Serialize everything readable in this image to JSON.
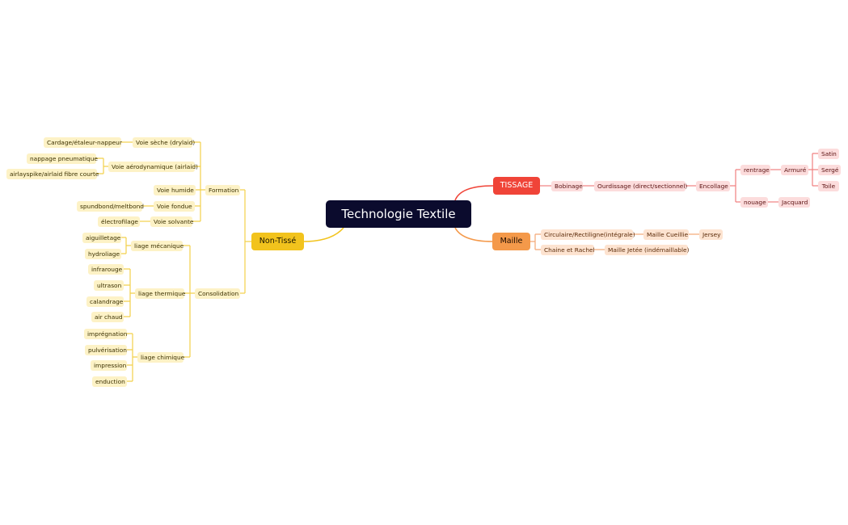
{
  "root": "Technologie Textile",
  "colors": {
    "nontisse": "#f2c31d",
    "tissage": "#f04438",
    "maille": "#f4994a",
    "center": "#0b0b2d"
  },
  "nontisse": {
    "label": "Non-Tissé",
    "formation": {
      "label": "Formation",
      "voie_seche": "Voie sèche (drylaid)",
      "cardage": "Cardage/étaleur-nappeur",
      "voie_aero": "Voie aérodynamique (airlaid)",
      "nappage": "nappage pneumatique",
      "airlay": "airlayspike/airlaid fibre courte",
      "voie_humide": "Voie humide",
      "voie_fondue": "Voie fondue",
      "spundbond": "spundbond/meltbond",
      "voie_solvante": "Voie solvante",
      "electrofilage": "électrofilage"
    },
    "consolidation": {
      "label": "Consolidation",
      "mecanique": "liage mécanique",
      "aiguilletage": "aiguilletage",
      "hydroliage": "hydroliage",
      "thermique": "liage thermique",
      "infrarouge": "infrarouge",
      "ultrason": "ultrason",
      "calandrage": "calandrage",
      "air_chaud": "air chaud",
      "chimique": "liage chimique",
      "impregnation": "imprégnation",
      "pulverisation": "pulvérisation",
      "impression": "impression",
      "enduction": "enduction"
    }
  },
  "tissage": {
    "label": "TISSAGE",
    "bobinage": "Bobinage",
    "ourdissage": "Ourdissage (direct/sectionnel)",
    "encollage": "Encollage",
    "rentrage": "rentrage",
    "armure": "Armuré",
    "satin": "Satin",
    "serge": "Sergé",
    "toile": "Toile",
    "nouage": "nouage",
    "jacquard": "Jacquard"
  },
  "maille": {
    "label": "Maille",
    "circulaire": "Circulaire/Rectiligne(intégrale)",
    "cueillie": "Maille Cueillie",
    "jersey": "Jersey",
    "chaine": "Chaine et Rachel",
    "jetee": "Maille Jetée (indémaillable)"
  }
}
